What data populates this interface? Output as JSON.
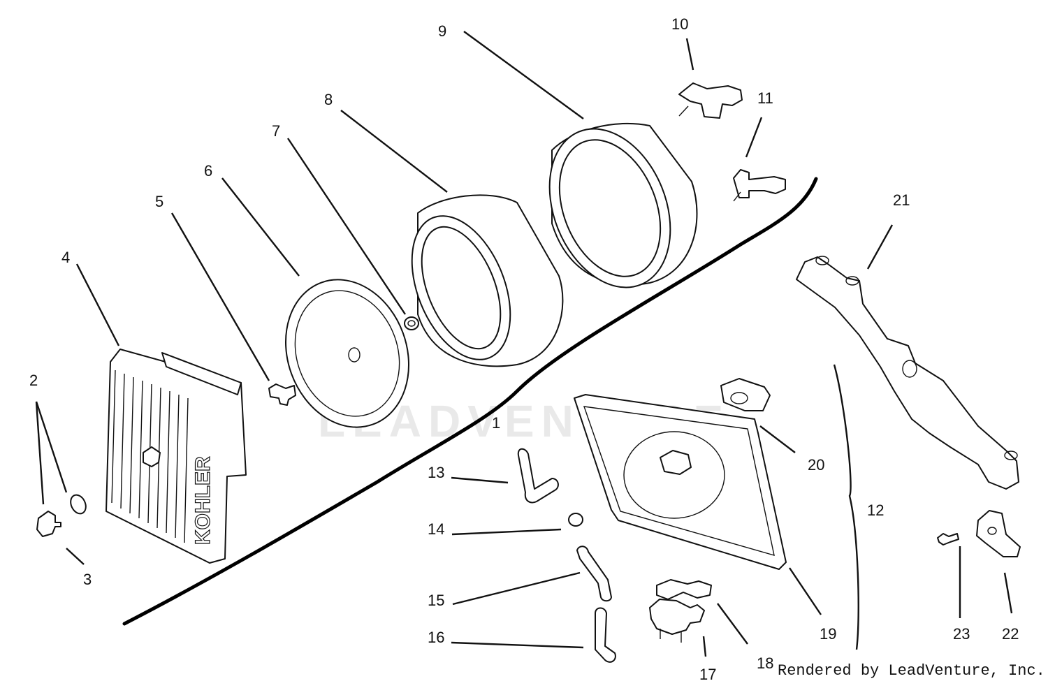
{
  "diagram": {
    "watermark": "LEADVENTURE",
    "credit": "Rendered by LeadVenture, Inc.",
    "brand_mark": "KOHLER",
    "callouts": [
      "1",
      "2",
      "3",
      "4",
      "5",
      "6",
      "7",
      "8",
      "9",
      "10",
      "11",
      "12",
      "13",
      "14",
      "15",
      "16",
      "17",
      "18",
      "19",
      "20",
      "21",
      "22",
      "23"
    ],
    "colors": {
      "ink": "#111111",
      "background": "#ffffff",
      "watermark": "#e9e9e9"
    }
  }
}
